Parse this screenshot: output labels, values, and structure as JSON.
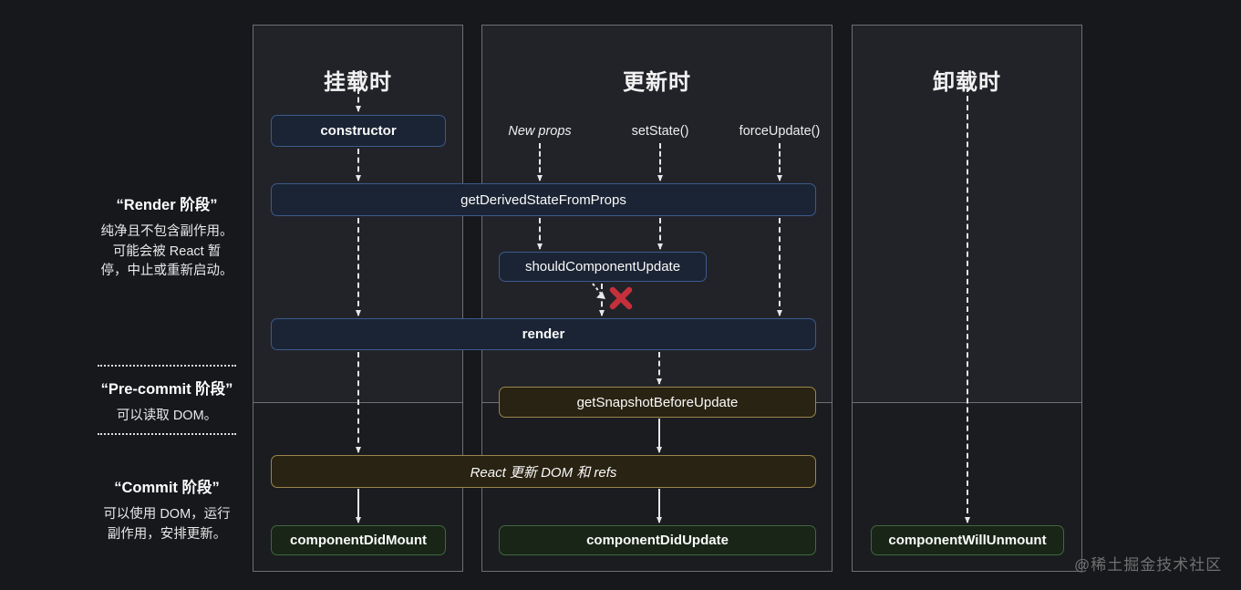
{
  "watermark": "@稀土掘金技术社区",
  "sidebar": {
    "render_phase": {
      "title": "“Render 阶段”",
      "desc1": "纯净且不包含副作用。",
      "desc2": "可能会被 React 暂",
      "desc3": "停，中止或重新启动。"
    },
    "pre_commit_phase": {
      "title": "“Pre-commit 阶段”",
      "desc1": "可以读取 DOM。"
    },
    "commit_phase": {
      "title": "“Commit 阶段”",
      "desc1": "可以使用 DOM，运行",
      "desc2": "副作用，安排更新。"
    }
  },
  "columns": {
    "mounting": {
      "title": "挂载时"
    },
    "updating": {
      "title": "更新时",
      "triggers": [
        "New props",
        "setState()",
        "forceUpdate()"
      ]
    },
    "unmounting": {
      "title": "卸载时"
    }
  },
  "nodes": {
    "ctor": "constructor",
    "get_derived_state_from_props": "getDerivedStateFromProps",
    "should_component_update": "shouldComponentUpdate",
    "render": "render",
    "get_snapshot_before_update": "getSnapshotBeforeUpdate",
    "react_updates_dom": "React 更新 DOM 和 refs",
    "component_did_mount": "componentDidMount",
    "component_did_update": "componentDidUpdate",
    "component_will_unmount": "componentWillUnmount"
  },
  "colors": {
    "background": "#17181c",
    "panel_border": "#6e6f74",
    "panel_upper_bg": "#222329",
    "panel_lower_bg": "#1b1c20",
    "blue_box_bg": "#1b2434",
    "blue_box_border": "#3b5b8c",
    "gold_box_bg": "#292313",
    "gold_box_border": "#9a854a",
    "green_box_bg": "#182517",
    "green_box_border": "#40683f",
    "arrow": "#e8e8e8",
    "red_x": "#c5303a",
    "watermark": "#707070"
  }
}
